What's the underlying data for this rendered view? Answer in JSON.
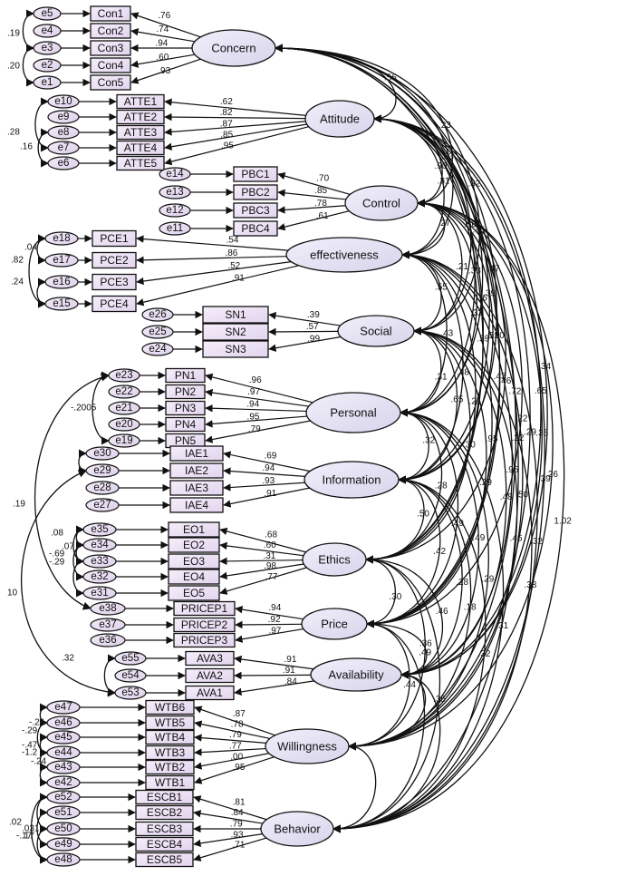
{
  "latents": {
    "concern": "Concern",
    "attitude": "Attitude",
    "control": "Control",
    "effectiveness": "effectiveness",
    "social": "Social",
    "personal": "Personal",
    "information": "Information",
    "ethics": "Ethics",
    "price": "Price",
    "availability": "Availability",
    "willingness": "Willingness",
    "behavior": "Behavior"
  },
  "measurement": [
    {
      "latent": "concern",
      "items": [
        {
          "indicator": "Con1",
          "error": "e5",
          "loading": ".76"
        },
        {
          "indicator": "Con2",
          "error": "e4",
          "loading": ".74"
        },
        {
          "indicator": "Con3",
          "error": "e3",
          "loading": ".94"
        },
        {
          "indicator": "Con4",
          "error": "e2",
          "loading": ".60"
        },
        {
          "indicator": "Con5",
          "error": "e1",
          "loading": ".93"
        }
      ]
    },
    {
      "latent": "attitude",
      "items": [
        {
          "indicator": "ATTE1",
          "error": "e10",
          "loading": ".62"
        },
        {
          "indicator": "ATTE2",
          "error": "e9",
          "loading": ".82"
        },
        {
          "indicator": "ATTE3",
          "error": "e8",
          "loading": ".87"
        },
        {
          "indicator": "ATTE4",
          "error": "e7",
          "loading": ".85"
        },
        {
          "indicator": "ATTE5",
          "error": "e6",
          "loading": ".95"
        }
      ]
    },
    {
      "latent": "control",
      "items": [
        {
          "indicator": "PBC1",
          "error": "e14",
          "loading": ".70"
        },
        {
          "indicator": "PBC2",
          "error": "e13",
          "loading": ".85"
        },
        {
          "indicator": "PBC3",
          "error": "e12",
          "loading": ".78"
        },
        {
          "indicator": "PBC4",
          "error": "e11",
          "loading": ".61"
        }
      ]
    },
    {
      "latent": "effectiveness",
      "items": [
        {
          "indicator": "PCE1",
          "error": "e18",
          "loading": ".54"
        },
        {
          "indicator": "PCE2",
          "error": "e17",
          "loading": ".86"
        },
        {
          "indicator": "PCE3",
          "error": "e16",
          "loading": ".52"
        },
        {
          "indicator": "PCE4",
          "error": "e15",
          "loading": ".91"
        }
      ]
    },
    {
      "latent": "social",
      "items": [
        {
          "indicator": "SN1",
          "error": "e26",
          "loading": ".39"
        },
        {
          "indicator": "SN2",
          "error": "e25",
          "loading": ".57"
        },
        {
          "indicator": "SN3",
          "error": "e24",
          "loading": ".99"
        }
      ]
    },
    {
      "latent": "personal",
      "items": [
        {
          "indicator": "PN1",
          "error": "e23",
          "loading": ".96"
        },
        {
          "indicator": "PN2",
          "error": "e22",
          "loading": ".97"
        },
        {
          "indicator": "PN3",
          "error": "e21",
          "loading": ".94"
        },
        {
          "indicator": "PN4",
          "error": "e20",
          "loading": ".95"
        },
        {
          "indicator": "PN5",
          "error": "e19",
          "loading": ".79"
        }
      ]
    },
    {
      "latent": "information",
      "items": [
        {
          "indicator": "IAE1",
          "error": "e30",
          "loading": ".69"
        },
        {
          "indicator": "IAE2",
          "error": "e29",
          "loading": ".94"
        },
        {
          "indicator": "IAE3",
          "error": "e28",
          "loading": ".93"
        },
        {
          "indicator": "IAE4",
          "error": "e27",
          "loading": ".91"
        }
      ]
    },
    {
      "latent": "ethics",
      "items": [
        {
          "indicator": "EO1",
          "error": "e35",
          "loading": ".68"
        },
        {
          "indicator": "EO2",
          "error": "e34",
          "loading": ".60"
        },
        {
          "indicator": "EO3",
          "error": "e33",
          "loading": ".31"
        },
        {
          "indicator": "EO4",
          "error": "e32",
          "loading": ".98"
        },
        {
          "indicator": "EO5",
          "error": "e31",
          "loading": ".77"
        }
      ]
    },
    {
      "latent": "price",
      "items": [
        {
          "indicator": "PRICEP1",
          "error": "e38",
          "loading": ".94"
        },
        {
          "indicator": "PRICEP2",
          "error": "e37",
          "loading": ".92"
        },
        {
          "indicator": "PRICEP3",
          "error": "e36",
          "loading": ".97"
        }
      ]
    },
    {
      "latent": "availability",
      "items": [
        {
          "indicator": "AVA3",
          "error": "e55",
          "loading": ".91"
        },
        {
          "indicator": "AVA2",
          "error": "e54",
          "loading": ".91"
        },
        {
          "indicator": "AVA1",
          "error": "e53",
          "loading": ".84"
        }
      ]
    },
    {
      "latent": "willingness",
      "items": [
        {
          "indicator": "WTB6",
          "error": "e47",
          "loading": ".87"
        },
        {
          "indicator": "WTB5",
          "error": "e46",
          "loading": ".78"
        },
        {
          "indicator": "WTB4",
          "error": "e45",
          "loading": ".79"
        },
        {
          "indicator": "WTB3",
          "error": "e44",
          "loading": ".77"
        },
        {
          "indicator": "WTB2",
          "error": "e43",
          "loading": ".00"
        },
        {
          "indicator": "WTB1",
          "error": "e42",
          "loading": ".95"
        }
      ]
    },
    {
      "latent": "behavior",
      "items": [
        {
          "indicator": "ESCB1",
          "error": "e52",
          "loading": ".81"
        },
        {
          "indicator": "ESCB2",
          "error": "e51",
          "loading": ".84"
        },
        {
          "indicator": "ESCB3",
          "error": "e50",
          "loading": ".79"
        },
        {
          "indicator": "ESCB4",
          "error": "e49",
          "loading": ".93"
        },
        {
          "indicator": "ESCB5",
          "error": "e48",
          "loading": ".71"
        }
      ]
    }
  ],
  "error_covariances": [
    ".19",
    ".20",
    ".28",
    ".16",
    ".04",
    ".82",
    ".24",
    "-.2005",
    ".19",
    "10",
    ".08",
    ".07",
    "-.69",
    "-.29",
    ".32",
    "-.24",
    "-.29",
    "-.47",
    "-1.2",
    "-.24",
    ".02",
    ".031",
    ".17",
    "-.17"
  ],
  "latent_correlations": [
    ".56",
    ".23",
    ".33",
    ".32",
    ".45",
    ".47",
    ".36",
    ".50",
    ".34",
    ".72",
    ".22",
    ".90",
    ".31",
    ".56",
    ".33",
    ".39",
    ".59",
    ".43",
    ".65",
    ".29",
    ".39",
    ".27",
    ".21",
    ".32",
    ".51",
    ".46",
    ".22",
    ".35",
    ".26",
    "1.02",
    ".55",
    ".43",
    ".48",
    ".21",
    ".95",
    ".95",
    ".50",
    ".32",
    ".31",
    ".65",
    ".30",
    ".29",
    ".48",
    ".46",
    ".38",
    ".32",
    ".28",
    ".49",
    ".49",
    ".29",
    ".31",
    ".50",
    ".42",
    ".28",
    ".18",
    ".32",
    ".30",
    ".46",
    ".49",
    ".35",
    ".36",
    ".44"
  ]
}
